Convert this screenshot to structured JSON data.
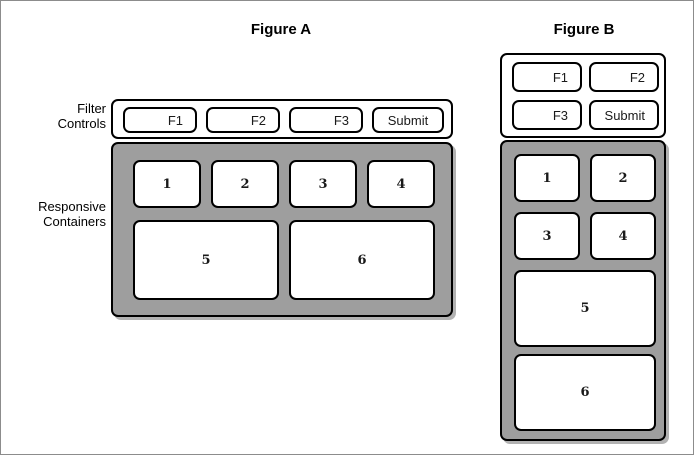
{
  "diagram": {
    "border_color": "#8c8c8c",
    "background": "#ffffff"
  },
  "row_labels": {
    "filter_controls": "Filter\nControls",
    "filter_controls_line1": "Filter",
    "filter_controls_line2": "Controls",
    "responsive_containers_line1": "Responsive",
    "responsive_containers_line2": "Containers"
  },
  "palette": {
    "container_gray": "#9e9e9e",
    "outline_black": "#000000",
    "cell_white": "#ffffff",
    "text_black": "#1a1a1a"
  },
  "figures": [
    {
      "id": "figure-a",
      "title": "Figure A",
      "layout": "wide",
      "filter_controls": {
        "columns": 4,
        "items": [
          {
            "label": "F1",
            "align": "right"
          },
          {
            "label": "F2",
            "align": "right"
          },
          {
            "label": "F3",
            "align": "right"
          },
          {
            "label": "Submit",
            "align": "center"
          }
        ]
      },
      "responsive_containers": {
        "rows": [
          {
            "columns": 4,
            "items": [
              "1",
              "2",
              "3",
              "4"
            ]
          },
          {
            "columns": 2,
            "items": [
              "5",
              "6"
            ]
          }
        ]
      }
    },
    {
      "id": "figure-b",
      "title": "Figure B",
      "layout": "narrow",
      "filter_controls": {
        "columns": 2,
        "items": [
          {
            "label": "F1",
            "align": "right"
          },
          {
            "label": "F2",
            "align": "right"
          },
          {
            "label": "F3",
            "align": "right"
          },
          {
            "label": "Submit",
            "align": "right"
          }
        ]
      },
      "responsive_containers": {
        "rows": [
          {
            "columns": 2,
            "items": [
              "1",
              "2"
            ]
          },
          {
            "columns": 2,
            "items": [
              "3",
              "4"
            ]
          },
          {
            "columns": 1,
            "items": [
              "5"
            ]
          },
          {
            "columns": 1,
            "items": [
              "6"
            ]
          }
        ]
      }
    }
  ]
}
